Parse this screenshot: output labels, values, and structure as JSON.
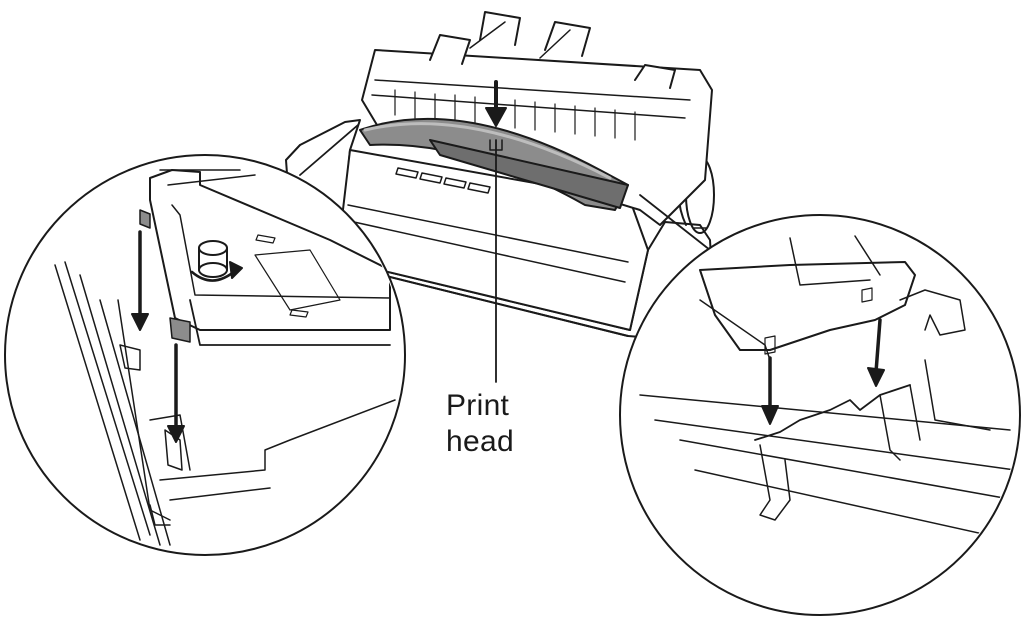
{
  "label": {
    "line1": "Print",
    "line2": "head"
  },
  "colors": {
    "ink": "#1a1a1a",
    "ribbon_fill": "#8c8c8c",
    "ribbon_light": "#bdbdbd",
    "paper": "#ffffff"
  },
  "icons": [
    "down-arrow",
    "rotation-arrow"
  ]
}
